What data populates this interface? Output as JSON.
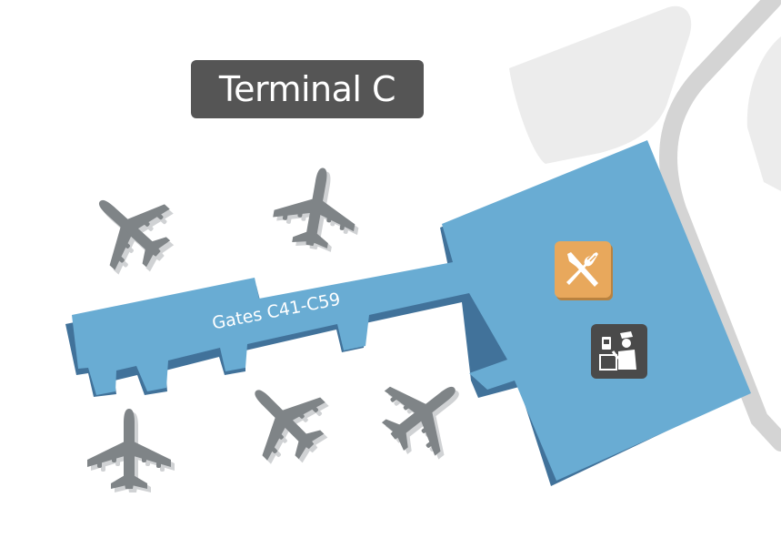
{
  "map": {
    "terminal_label": "Terminal C",
    "concourse_label": "Gates C41-C59",
    "amenities": [
      {
        "name": "dining",
        "icon": "fork-knife-icon"
      },
      {
        "name": "security",
        "icon": "security-checkpoint-icon"
      }
    ],
    "colors": {
      "terminal": "#69acd3",
      "terminal_shadow": "#41729a",
      "label_bg": "#555555",
      "dining": "#e8a85c",
      "security": "#4a4a4a",
      "aircraft": "#7f8487",
      "road": "#d0d0d0",
      "ground": "#ececec"
    }
  }
}
